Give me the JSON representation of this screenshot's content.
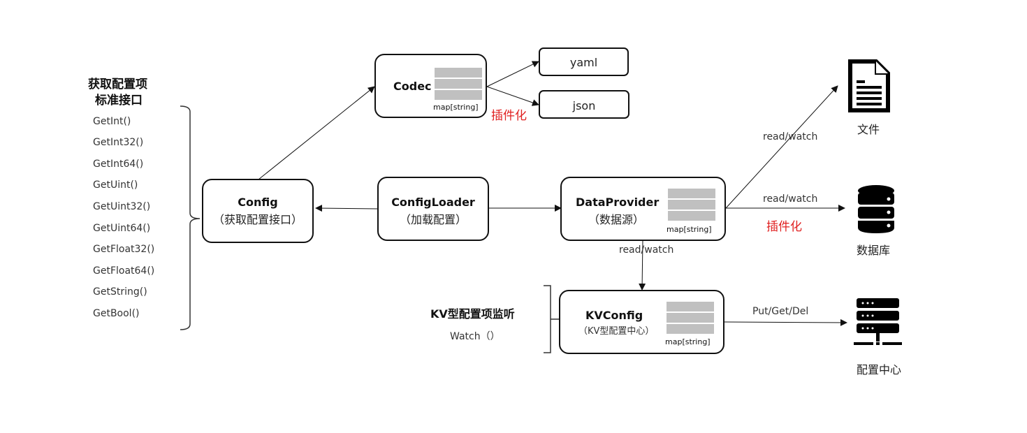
{
  "left_panel": {
    "heading_line1": "获取配置项",
    "heading_line2": "标准接口",
    "methods": [
      "GetInt()",
      "GetInt32()",
      "GetInt64()",
      "GetUint()",
      "GetUint32()",
      "GetUint64()",
      "GetFloat32()",
      "GetFloat64()",
      "GetString()",
      "GetBool()"
    ]
  },
  "nodes": {
    "config": {
      "title": "Config",
      "subtitle": "（获取配置接口）"
    },
    "config_loader": {
      "title": "ConfigLoader",
      "subtitle": "（加载配置）"
    },
    "codec": {
      "title": "Codec",
      "map_label": "map[string]"
    },
    "yaml": {
      "label": "yaml"
    },
    "json": {
      "label": "json"
    },
    "data_provider": {
      "title": "DataProvider",
      "subtitle": "（数据源）",
      "map_label": "map[string]"
    },
    "kv_config": {
      "title": "KVConfig",
      "subtitle": "（KV型配置中心）",
      "map_label": "map[string]"
    }
  },
  "kv_panel": {
    "heading": "KV型配置项监听",
    "method": "Watch（）"
  },
  "edge_labels": {
    "codec_plugin": "插件化",
    "to_file": "read/watch",
    "to_db": "read/watch",
    "db_plugin": "插件化",
    "to_kv": "read/watch",
    "to_center": "Put/Get/Del"
  },
  "targets": {
    "file": "文件",
    "database": "数据库",
    "config_center": "配置中心"
  },
  "colors": {
    "accent_red": "#e02020",
    "map_block": "#c0c0c0"
  }
}
